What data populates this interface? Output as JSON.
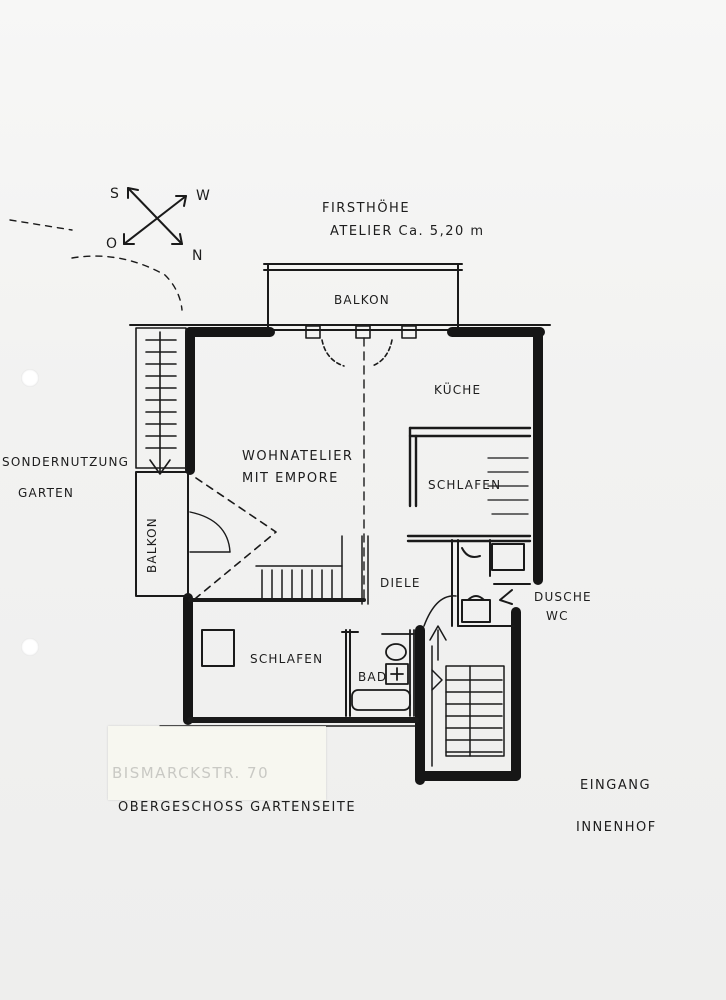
{
  "labels": {
    "ridge_height": "FIRSTHÖHE",
    "ridge_value": "ATELIER Ca. 5,20 m",
    "balcony_top": "BALKON",
    "kitchen": "KÜCHE",
    "living": "WOHNATELIER",
    "living_sub": "MIT EMPORE",
    "bedroom_right": "SCHLAFEN",
    "balcony_left": "BALKON",
    "hall": "DIELE",
    "shower": "DUSCHE",
    "wc": "WC",
    "bedroom_bottom": "SCHLAFEN",
    "bath": "BAD",
    "garden_use": "SONDERNUTZUNG",
    "garden": "GARTEN",
    "floor_title": "OBERGESCHOSS GARTENSEITE",
    "entrance": "EINGANG",
    "courtyard": "INNENHOF",
    "tape_note": "BISMARCKSTR. 70"
  },
  "compass": {
    "s": "S",
    "w": "W",
    "o": "O",
    "n": "N"
  }
}
